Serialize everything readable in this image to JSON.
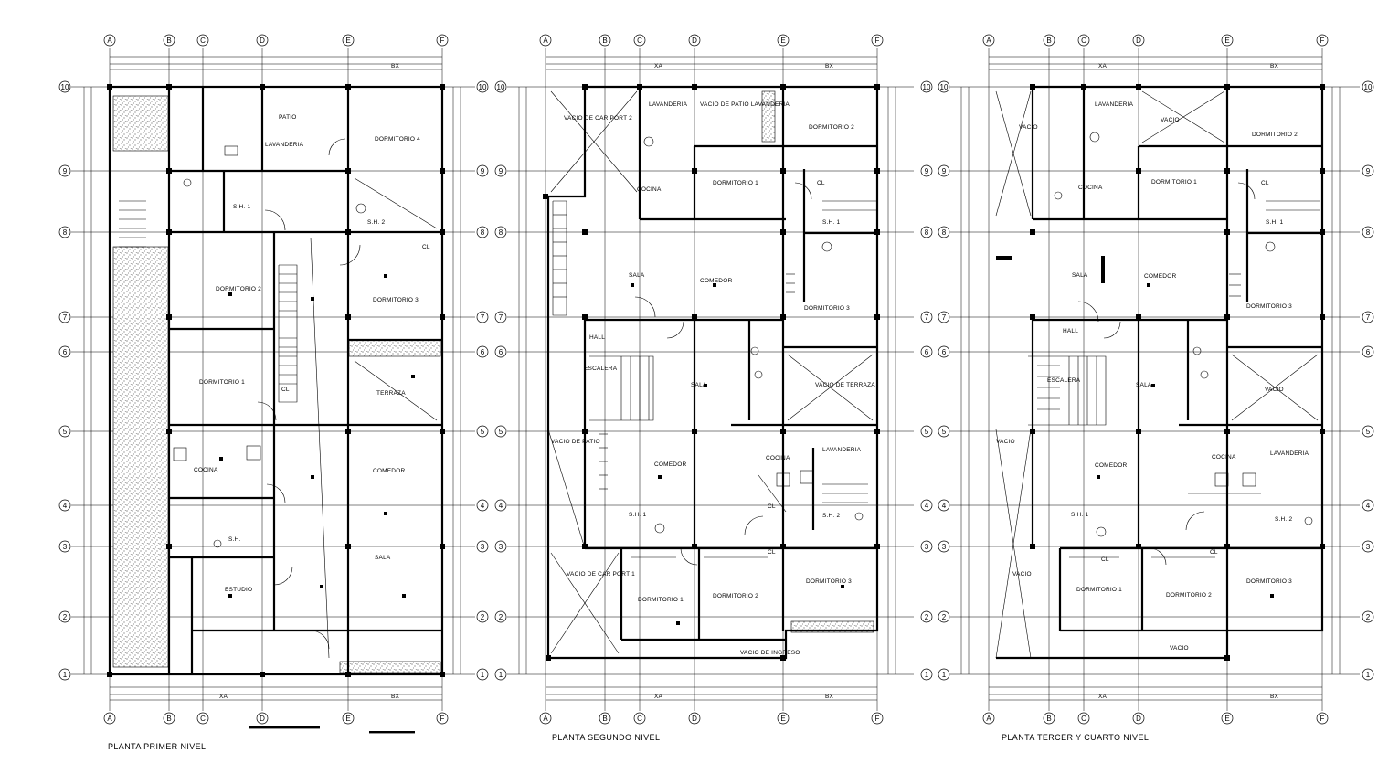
{
  "plans": [
    {
      "id": "primer",
      "title": "PLANTA PRIMER NIVEL",
      "axis_letters": [
        "A",
        "B",
        "C",
        "D",
        "E",
        "F"
      ],
      "axis_numbers": [
        "10",
        "9",
        "8",
        "7",
        "6",
        "5",
        "4",
        "3",
        "2",
        "1"
      ],
      "dim_labels": [
        "XA",
        "BX"
      ],
      "rooms": [
        "PATIO",
        "LAVANDERIA",
        "DORMITORIO 4",
        "S.H. 1",
        "S.H. 2",
        "CL",
        "DORMITORIO 2",
        "DORMITORIO 3",
        "DORMITORIO 1",
        "CL",
        "TERRAZA",
        "COCINA",
        "COMEDOR",
        "S.H.",
        "ESTUDIO",
        "SALA"
      ]
    },
    {
      "id": "segundo",
      "title": "PLANTA SEGUNDO NIVEL",
      "axis_letters": [
        "A",
        "B",
        "C",
        "D",
        "E",
        "F"
      ],
      "axis_numbers": [
        "10",
        "9",
        "8",
        "7",
        "6",
        "5",
        "4",
        "3",
        "2",
        "1"
      ],
      "dim_labels": [
        "XA",
        "BX"
      ],
      "rooms": [
        "VACIO DE CAR PORT 2",
        "LAVANDERIA",
        "VACIO DE PATIO LAVANDERIA",
        "DORMITORIO 2",
        "DORMITORIO 1",
        "COCINA",
        "CL",
        "S.H. 1",
        "SALA",
        "COMEDOR",
        "DORMITORIO 3",
        "HALL",
        "ESCALERA",
        "SALA",
        "VACIO DE TERRAZA",
        "VACIO DE PATIO",
        "COMEDOR",
        "COCINA",
        "LAVANDERIA",
        "CL",
        "S.H. 1",
        "S.H. 2",
        "CL",
        "VACIO DE CAR PORT 1",
        "DORMITORIO 1",
        "DORMITORIO 2",
        "DORMITORIO 3",
        "VACIO DE INGRESO"
      ]
    },
    {
      "id": "tercer",
      "title": "PLANTA TERCER Y CUARTO NIVEL",
      "axis_letters": [
        "A",
        "B",
        "C",
        "D",
        "E",
        "F"
      ],
      "axis_numbers": [
        "10",
        "9",
        "8",
        "7",
        "6",
        "5",
        "4",
        "3",
        "2",
        "1"
      ],
      "dim_labels": [
        "XA",
        "BX"
      ],
      "rooms": [
        "VACIO",
        "LAVANDERIA",
        "VACIO",
        "DORMITORIO 2",
        "DORMITORIO 1",
        "COCINA",
        "CL",
        "S.H. 1",
        "SALA",
        "COMEDOR",
        "DORMITORIO 3",
        "HALL",
        "ESCALERA",
        "SALA",
        "VACIO",
        "VACIO",
        "COMEDOR",
        "COCINA",
        "LAVANDERIA",
        "S.H. 2",
        "S.H. 1",
        "CL",
        "CL",
        "VACIO",
        "DORMITORIO 1",
        "DORMITORIO 2",
        "DORMITORIO 3",
        "VACIO"
      ]
    }
  ]
}
